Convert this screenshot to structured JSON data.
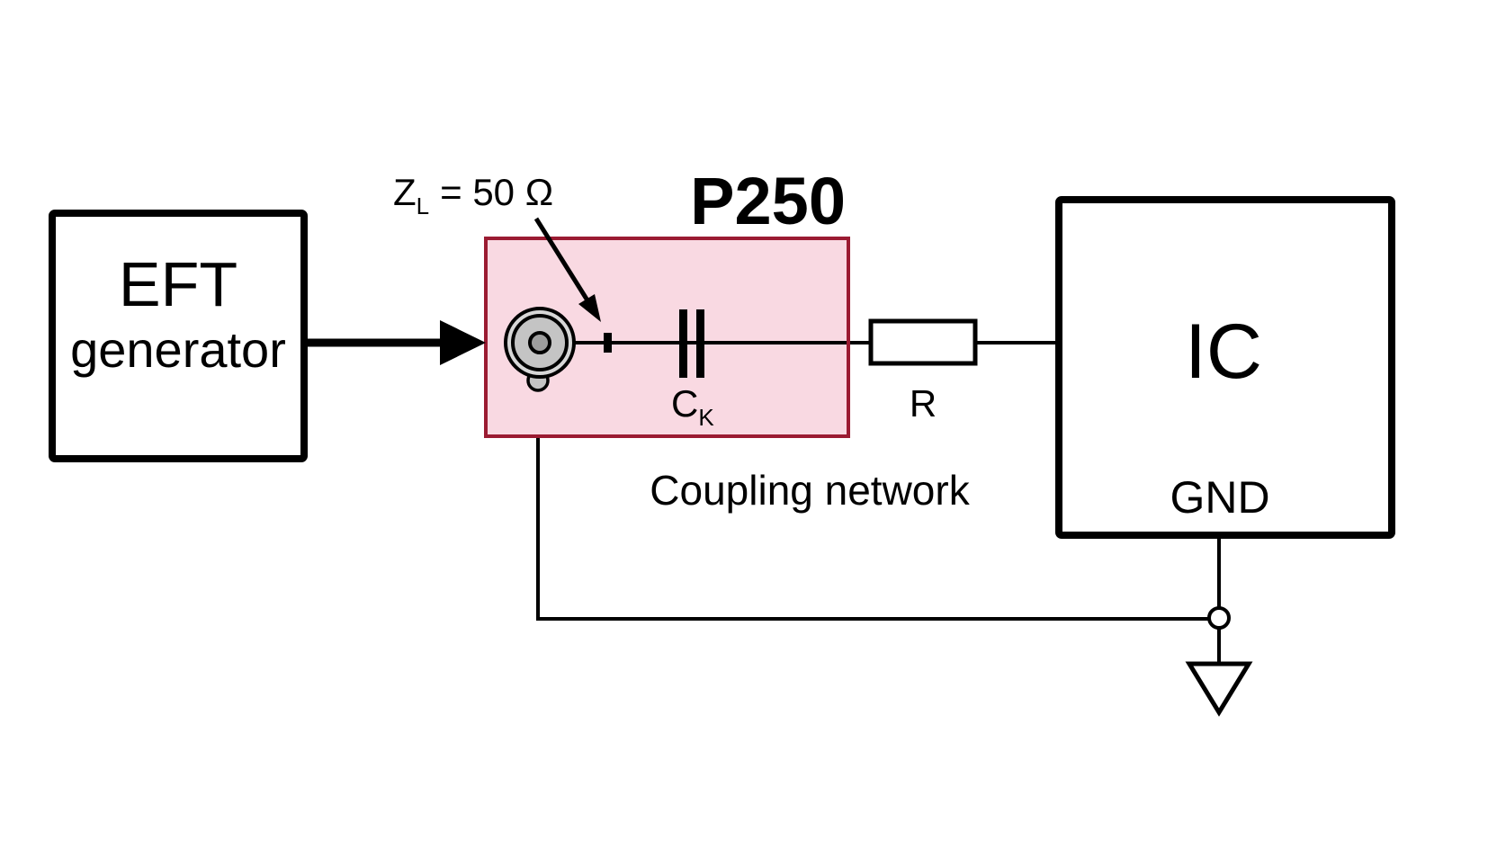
{
  "diagram": {
    "eft_generator": {
      "line1": "EFT",
      "line2": "generator"
    },
    "coupling_network": {
      "name": "P250",
      "caption": "Coupling network",
      "impedance": {
        "symbol": "Z",
        "subscript": "L",
        "value": "= 50 Ω"
      },
      "capacitor": {
        "symbol": "C",
        "subscript": "K"
      }
    },
    "resistor": {
      "label": "R"
    },
    "ic": {
      "label": "IC",
      "pin": "GND"
    },
    "colors": {
      "accent_text": "#A51C30",
      "coupling_border": "#9B1B32",
      "coupling_fill": "#F9D9E2",
      "wire": "#000000",
      "connector_ring": "#D7D7D7",
      "connector_disc": "#C4C4C4",
      "connector_pin": "#9E9E9E"
    }
  }
}
